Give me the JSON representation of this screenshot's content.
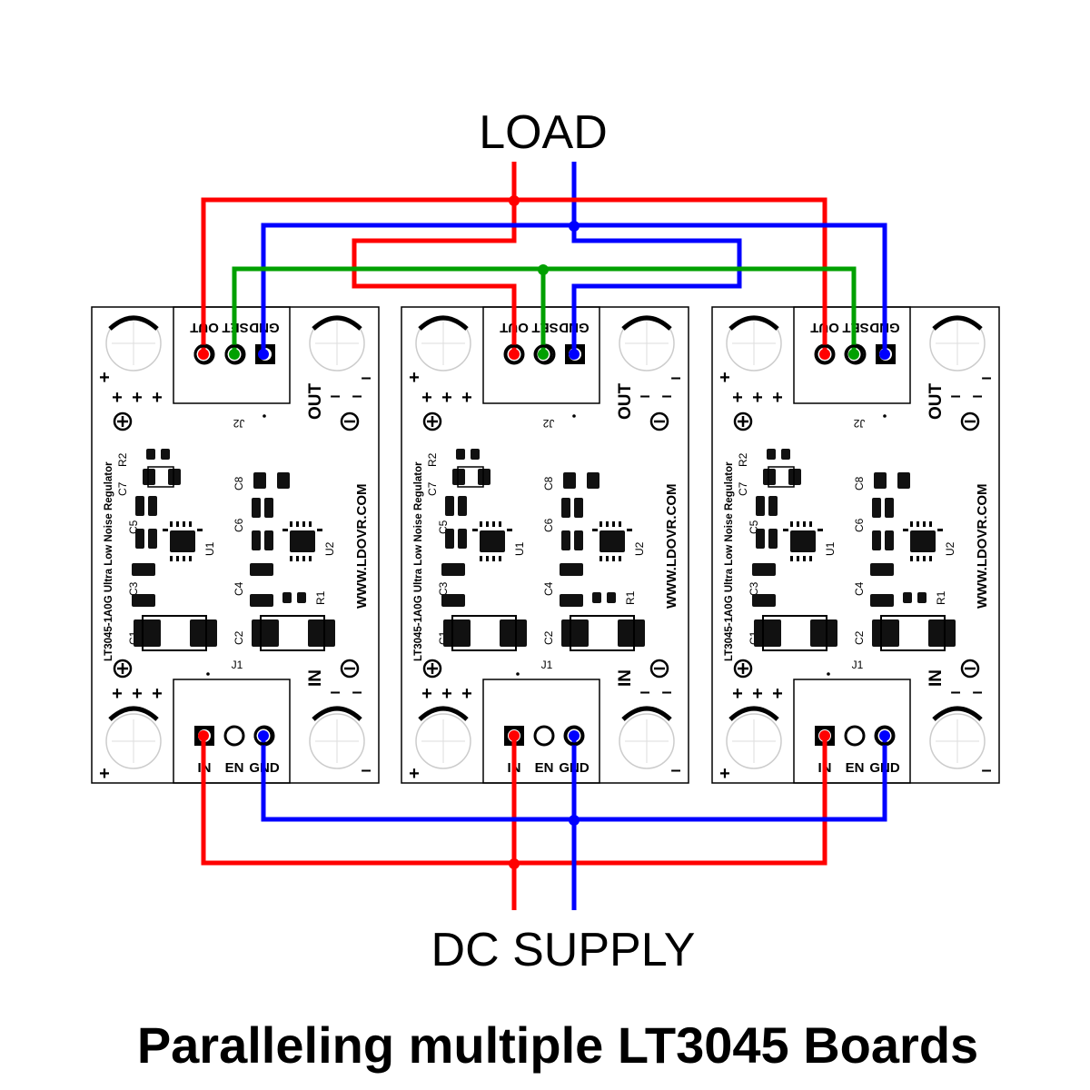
{
  "labels": {
    "load": "LOAD",
    "supply": "DC SUPPLY",
    "caption": "Paralleling multiple LT3045 Boards"
  },
  "board": {
    "title": "LT3045-1A0G Ultra Low Noise Regulator",
    "url": "WWW.LDOVR.COM",
    "out_label": "OUT",
    "in_label": "IN",
    "j2": "J2",
    "j1": "J1",
    "out_pins": [
      "GND",
      "SET",
      "OUT"
    ],
    "in_pins": [
      "IN",
      "EN",
      "GND"
    ],
    "plus": "+",
    "minus": "–",
    "components": {
      "c1": "C1",
      "c2": "C2",
      "c3": "C3",
      "c4": "C4",
      "c5": "C5",
      "c6": "C6",
      "c7": "C7",
      "c8": "C8",
      "r1": "R1",
      "r2": "R2",
      "u1": "U1",
      "u2": "U2"
    }
  },
  "boards": [
    {
      "name": "board-left"
    },
    {
      "name": "board-middle"
    },
    {
      "name": "board-right"
    }
  ],
  "colors": {
    "out_wire": "#ff0000",
    "gnd_wire": "#0000ff",
    "set_wire": "#00a000",
    "board_outline": "#000000"
  }
}
